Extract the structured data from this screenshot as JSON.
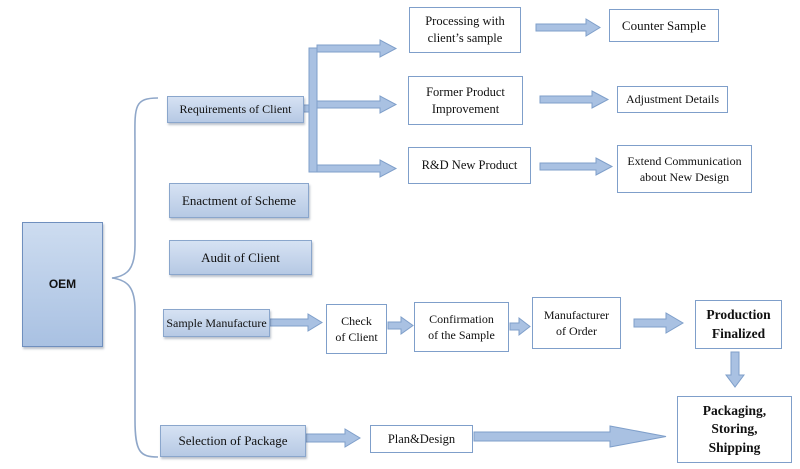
{
  "diagram": {
    "root": "OEM",
    "categories": {
      "requirements": "Requirements of Client",
      "enactment": "Enactment of Scheme",
      "audit": "Audit of Client",
      "sample_manufacture": "Sample Manufacture",
      "selection_package": "Selection of Package"
    },
    "requirement_branches": {
      "processing": "Processing with\nclient’s sample",
      "counter_sample": "Counter Sample",
      "former_product": "Former Product\nImprovement",
      "adjustment": "Adjustment Details",
      "rd_new": "R&D New Product",
      "extend_comm": "Extend Communication\nabout New Design"
    },
    "sample_flow": {
      "check_client": "Check\nof Client",
      "confirmation": "Confirmation\nof the Sample",
      "manufacturer_order": "Manufacturer\nof Order",
      "production_finalized": "Production\nFinalized"
    },
    "package_flow": {
      "plan_design": "Plan&Design",
      "packaging": "Packaging,\nStoring,\nShipping"
    }
  },
  "colors": {
    "arrow_fill": "#a9c1e2",
    "arrow_stroke": "#7f9fca",
    "box_border": "#7f9fca",
    "brace": "#8fa7c9"
  }
}
